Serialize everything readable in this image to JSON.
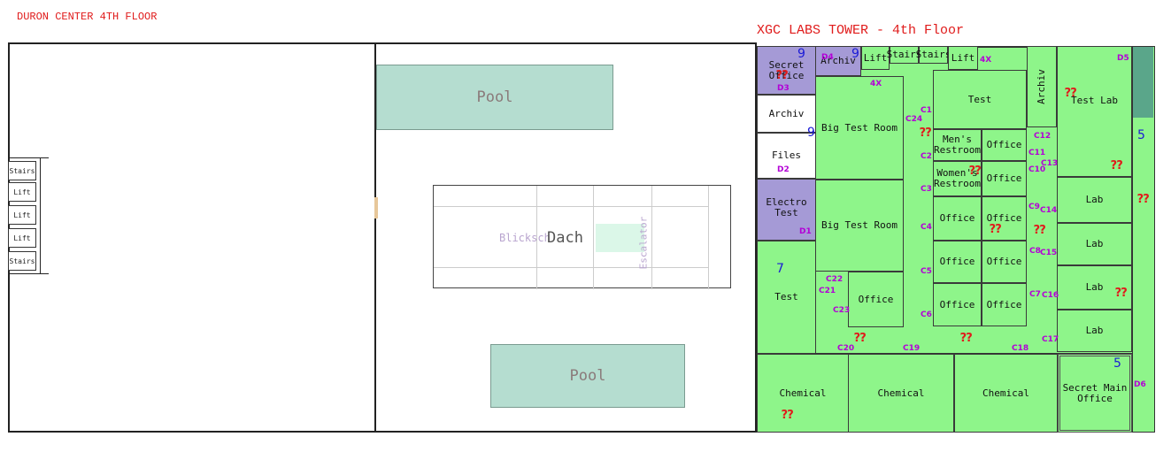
{
  "left_title": "DURON CENTER 4TH FLOOR",
  "right_title": "XGC LABS TOWER - 4th Floor",
  "duron": {
    "side_rooms": [
      "Stairs",
      "Lift",
      "Lift",
      "Lift",
      "Stairs"
    ],
    "pool_top": "Pool",
    "pool_bottom": "Pool",
    "roof_label": "Dach",
    "roof_overlay": "Blicksch",
    "escalator": "Escalator"
  },
  "rooms": {
    "secret_office": "Secret Office",
    "archiv_top": "Archiv",
    "lift_left": "Lift",
    "stairs_1": "Stairs",
    "stairs_2": "Stairs",
    "lift_right": "Lift",
    "archiv_vertical": "Archiv",
    "test_lab": "Test Lab",
    "archiv_left": "Archiv",
    "files": "Files",
    "big_test_room_1": "Big Test Room",
    "test_center": "Test",
    "mens_restroom": "Men's Restroom",
    "office_a": "Office",
    "womens_restroom": "Women's Restroom",
    "office_b": "Office",
    "electro_test": "Electro Test",
    "big_test_room_2": "Big Test Room",
    "office_c": "Office",
    "office_d": "Office",
    "lab_1": "Lab",
    "lab_2": "Lab",
    "office_e": "Office",
    "office_f": "Office",
    "lab_3": "Lab",
    "test_left": "Test",
    "office_small": "Office",
    "office_g": "Office",
    "office_h": "Office",
    "lab_4": "Lab",
    "chemical_1": "Chemical",
    "chemical_2": "Chemical",
    "chemical_3": "Chemical",
    "secret_main_office": "Secret Main Office"
  },
  "door_labels": {
    "d3": "D3",
    "d4": "D4",
    "d5": "D5",
    "d2": "D2",
    "d1": "D1",
    "d6": "D6",
    "x4a": "4X",
    "x4b": "4X",
    "c1": "C1",
    "c2": "C2",
    "c3": "C3",
    "c4": "C4",
    "c5": "C5",
    "c6": "C6",
    "c7": "C7",
    "c8": "C8",
    "c9": "C9",
    "c10": "C10",
    "c11": "C11",
    "c12": "C12",
    "c13": "C13",
    "c14": "C14",
    "c15": "C15",
    "c16": "C16",
    "c17": "C17",
    "c18": "C18",
    "c19": "C19",
    "c20": "C20",
    "c21": "C21",
    "c22": "C22",
    "c23": "C23",
    "c24": "C24"
  },
  "numbers": {
    "n9a": "9",
    "n9b": "9",
    "n9c": "9",
    "n5a": "5",
    "n7": "7",
    "n5b": "5"
  },
  "footprint_icon": "footprint-icon",
  "colors": {
    "title": "#e01b1b",
    "room_green": "#8ef58a",
    "room_purple": "#a59ad6",
    "pool": "#b5ddd0",
    "door_label": "#b300d6",
    "number": "#1a1ad6"
  }
}
